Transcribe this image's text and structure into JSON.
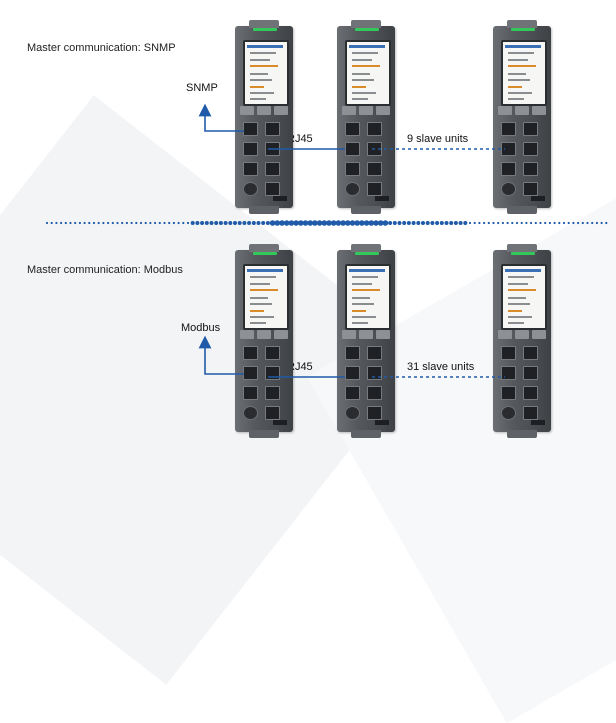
{
  "sections": [
    {
      "title": "Master communication: SNMP",
      "protocol": "SNMP",
      "cable": "RJ45",
      "slaves": "9 slave units"
    },
    {
      "title": "Master communication: Modbus",
      "protocol": "Modbus",
      "cable": "RJ45",
      "slaves": "31 slave units"
    }
  ],
  "colors": {
    "link": "#1f5ba8",
    "divider": "#1f5ba8",
    "module": "#55595d",
    "led": "#34c759"
  },
  "icons": {
    "arrow": "arrow-up-icon"
  }
}
